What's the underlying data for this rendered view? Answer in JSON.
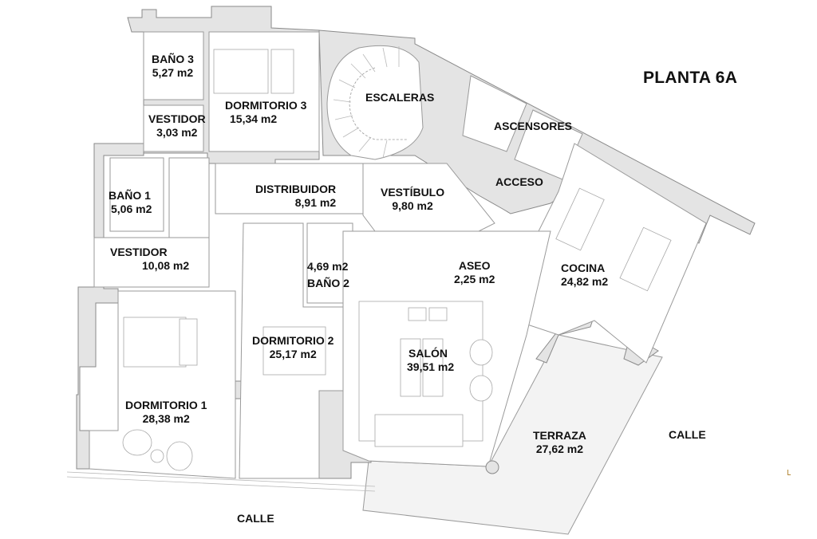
{
  "plan": {
    "title": "PLANTA 6A",
    "colors": {
      "walls": "#e4e4e4",
      "wall_outline": "#8a8a8a",
      "terrace": "#f3f3f3",
      "text": "#111111"
    },
    "streets": [
      "CALLE",
      "CALLE"
    ],
    "rooms": [
      {
        "id": "bano3",
        "name": "BAÑO 3",
        "area": "5,27 m2"
      },
      {
        "id": "vestidor3",
        "name": "VESTIDOR",
        "area": "3,03 m2"
      },
      {
        "id": "dormitorio3",
        "name": "DORMITORIO 3",
        "area": "15,34 m2"
      },
      {
        "id": "escaleras",
        "name": "ESCALERAS",
        "area": ""
      },
      {
        "id": "ascensores",
        "name": "ASCENSORES",
        "area": ""
      },
      {
        "id": "acceso",
        "name": "ACCESO",
        "area": ""
      },
      {
        "id": "bano1",
        "name": "BAÑO 1",
        "area": "5,06 m2"
      },
      {
        "id": "distribuidor",
        "name": "DISTRIBUIDOR",
        "area": "8,91 m2"
      },
      {
        "id": "vestibulo",
        "name": "VESTÍBULO",
        "area": "9,80 m2"
      },
      {
        "id": "vestidor1",
        "name": "VESTIDOR",
        "area": "10,08 m2"
      },
      {
        "id": "bano2",
        "name": "BAÑO 2",
        "area": "4,69 m2"
      },
      {
        "id": "aseo",
        "name": "ASEO",
        "area": "2,25 m2"
      },
      {
        "id": "cocina",
        "name": "COCINA",
        "area": "24,82 m2"
      },
      {
        "id": "dormitorio2",
        "name": "DORMITORIO 2",
        "area": "25,17 m2"
      },
      {
        "id": "salon",
        "name": "SALÓN",
        "area": "39,51 m2"
      },
      {
        "id": "dormitorio1",
        "name": "DORMITORIO 1",
        "area": "28,38 m2"
      },
      {
        "id": "terraza",
        "name": "TERRAZA",
        "area": "27,62 m2"
      }
    ]
  }
}
